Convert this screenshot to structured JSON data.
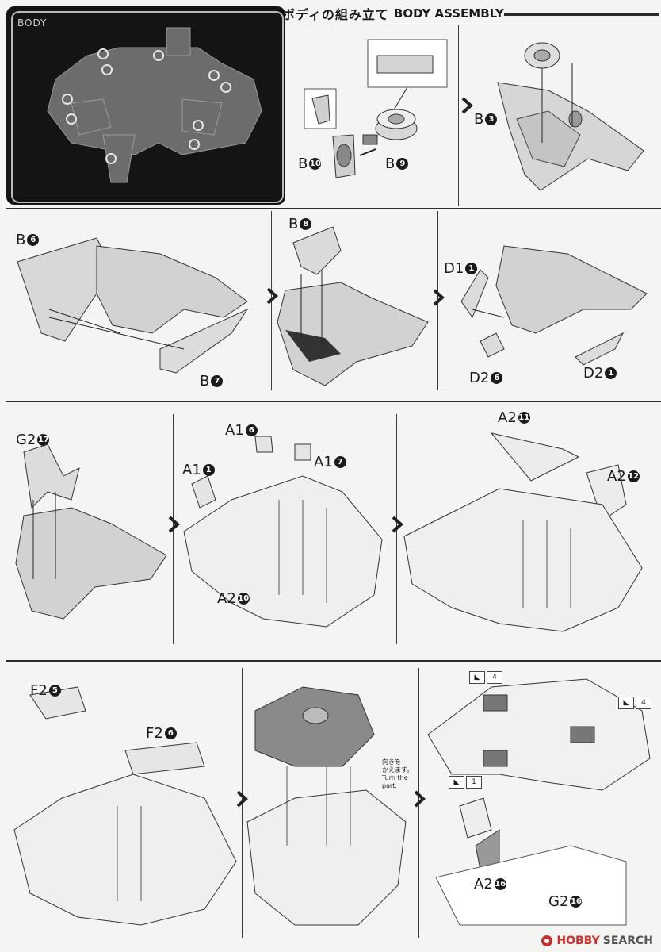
{
  "header": {
    "title_jp": "ボディの組み立て",
    "title_en": "BODY ASSEMBLY"
  },
  "overview": {
    "label": "BODY"
  },
  "callouts": {
    "b10": {
      "letter": "B",
      "num": "10"
    },
    "b9": {
      "letter": "B",
      "num": "9"
    },
    "b3": {
      "letter": "B",
      "num": "3"
    },
    "b6": {
      "letter": "B",
      "num": "6"
    },
    "b7": {
      "letter": "B",
      "num": "7"
    },
    "b8": {
      "letter": "B",
      "num": "8"
    },
    "d1_1": {
      "letter": "D1",
      "num": "1"
    },
    "d2_6": {
      "letter": "D2",
      "num": "6"
    },
    "d2_1": {
      "letter": "D2",
      "num": "1"
    },
    "g2_17": {
      "letter": "G2",
      "num": "17"
    },
    "a1_6": {
      "letter": "A1",
      "num": "6"
    },
    "a1_1": {
      "letter": "A1",
      "num": "1"
    },
    "a1_7": {
      "letter": "A1",
      "num": "7"
    },
    "a2_10": {
      "letter": "A2",
      "num": "10"
    },
    "a2_11": {
      "letter": "A2",
      "num": "11"
    },
    "a2_12": {
      "letter": "A2",
      "num": "12"
    },
    "f2_5": {
      "letter": "F2",
      "num": "5"
    },
    "f2_6": {
      "letter": "F2",
      "num": "6"
    },
    "a2_16": {
      "letter": "A2",
      "num": "16"
    },
    "g2_16": {
      "letter": "G2",
      "num": "16"
    }
  },
  "sticker_tags": {
    "t1": "4",
    "t2": "4",
    "t3": "1"
  },
  "turn_note": {
    "jp_line1": "向きを",
    "jp_line2": "かえます。",
    "en": "Turn the part."
  },
  "watermark": {
    "brand": "HOBBY",
    "word": "SEARCH"
  }
}
